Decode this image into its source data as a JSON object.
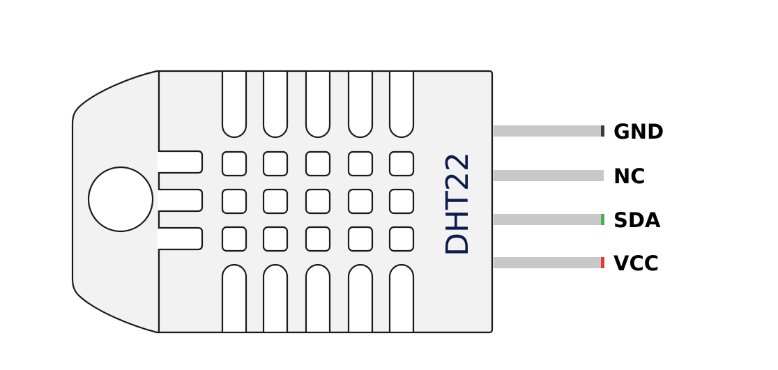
{
  "component": {
    "model": "DHT22",
    "body_color": "#f2f2f2",
    "outline_color": "#1a1a1a",
    "model_text_color": "#0d1b4a"
  },
  "vents": {
    "top_slots": 5,
    "bottom_slots": 5,
    "grid_rows": 3,
    "grid_cols": 5,
    "side_notches": 3
  },
  "pins": [
    {
      "label": "GND",
      "lead_color": "#c8c8c8",
      "tip_color": "#3a3a3a"
    },
    {
      "label": "NC",
      "lead_color": "#c8c8c8",
      "tip_color": null
    },
    {
      "label": "SDA",
      "lead_color": "#c8c8c8",
      "tip_color": "#4caf50"
    },
    {
      "label": "VCC",
      "lead_color": "#c8c8c8",
      "tip_color": "#e53935"
    }
  ]
}
